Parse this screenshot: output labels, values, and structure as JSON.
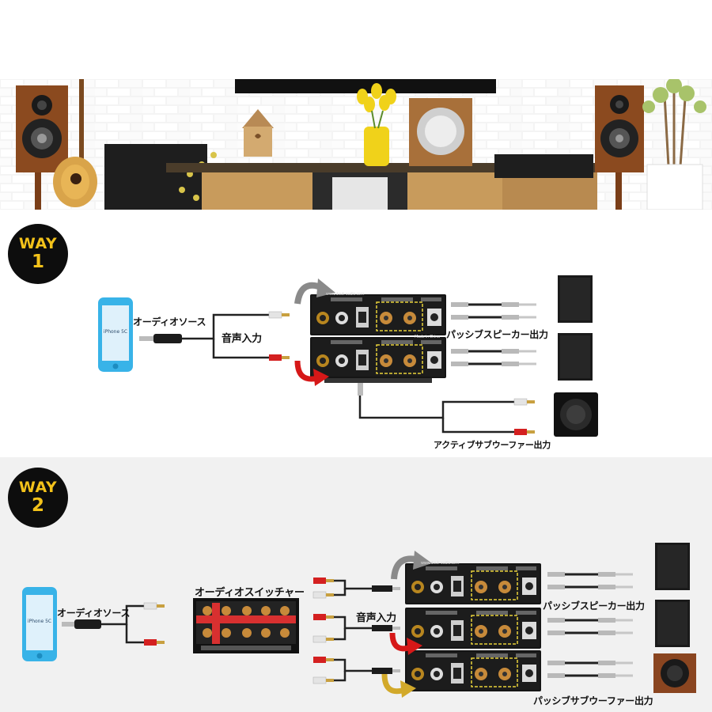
{
  "way1": {
    "badge_word": "WAY",
    "badge_num": "1",
    "phone_text": "iPhone 5C",
    "labels": {
      "audio_source": "オーディオソース",
      "audio_input": "音声入力",
      "passive_speaker_out": "パッシブスピーカー出力",
      "active_sub_out": "アクティブサブウーファー出力"
    }
  },
  "way2": {
    "badge_word": "WAY",
    "badge_num": "2",
    "phone_text": "iPhone 5C",
    "labels": {
      "audio_source": "オーディオソース",
      "switcher": "オーディオスイッチャー",
      "audio_input": "音声入力",
      "passive_speaker_out": "パッシブスピーカー出力",
      "passive_sub_out": "パッシブサブウーファー出力"
    }
  },
  "amp_brand": "www.douk-audio.com",
  "amp_made": "Made in China",
  "colors": {
    "badge_bg": "#0d0d0d",
    "badge_text": "#f3c21a",
    "rca_red": "#d42020",
    "rca_white": "#e8e8e8",
    "amp_body": "#151515",
    "amp_yellow_frame": "#e8d23a",
    "arrow_gray": "#8a8a8a",
    "arrow_red": "#d61818",
    "arrow_gold": "#d2a92a",
    "section2_bg": "#f1f1f1"
  }
}
